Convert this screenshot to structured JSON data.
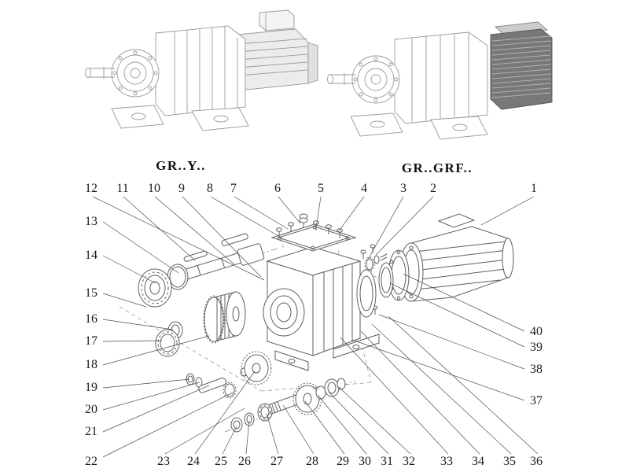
{
  "titles": {
    "left_variant": "GR..Y..",
    "right_variant": "GR..GRF.."
  },
  "callouts": {
    "top": [
      "12",
      "11",
      "10",
      "9",
      "8",
      "7",
      "6",
      "5",
      "4",
      "3",
      "2",
      "1"
    ],
    "left": [
      "13",
      "14",
      "15",
      "16",
      "17",
      "18",
      "19",
      "20",
      "21",
      "22"
    ],
    "bottom": [
      "23",
      "24",
      "25",
      "26",
      "27",
      "28",
      "29",
      "30",
      "31",
      "32",
      "33",
      "34",
      "35",
      "36"
    ],
    "right": [
      "40",
      "39",
      "38",
      "37"
    ]
  }
}
